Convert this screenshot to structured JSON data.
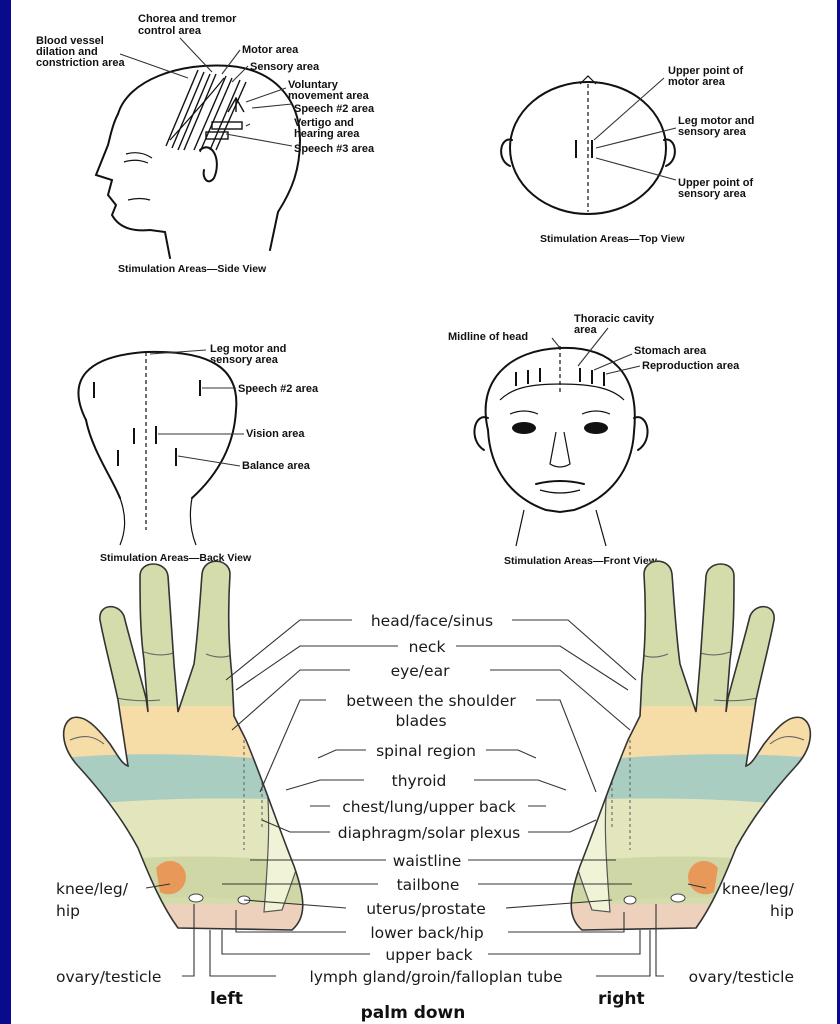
{
  "side_view": {
    "caption": "Stimulation Areas—Side View",
    "labels": {
      "chorea_1": "Chorea and tremor",
      "chorea_2": "control area",
      "blood_1": "Blood vessel",
      "blood_2": "dilation and",
      "blood_3": "constriction area",
      "motor": "Motor area",
      "sensory": "Sensory area",
      "voluntary_1": "Voluntary",
      "voluntary_2": "movement area",
      "speech2": "Speech #2 area",
      "vertigo_1": "Vertigo and",
      "vertigo_2": "hearing area",
      "speech3": "Speech #3 area"
    }
  },
  "top_view": {
    "caption": "Stimulation Areas—Top View",
    "labels": {
      "upper_motor_1": "Upper point of",
      "upper_motor_2": "motor area",
      "leg_1": "Leg motor and",
      "leg_2": "sensory area",
      "upper_sensory_1": "Upper point of",
      "upper_sensory_2": "sensory area"
    }
  },
  "back_view": {
    "caption": "Stimulation Areas—Back View",
    "labels": {
      "leg_1": "Leg motor and",
      "leg_2": "sensory area",
      "speech2": "Speech #2 area",
      "vision": "Vision area",
      "balance": "Balance area"
    }
  },
  "front_view": {
    "caption": "Stimulation Areas—Front View",
    "labels": {
      "midline": "Midline of head",
      "thoracic_1": "Thoracic cavity",
      "thoracic_2": "area",
      "stomach": "Stomach area",
      "reproduction": "Reproduction area"
    }
  },
  "hands": {
    "labels": {
      "head": "head/face/sinus",
      "neck": "neck",
      "eye": "eye/ear",
      "between_1": "between the shoulder",
      "between_2": "blades",
      "spinal": "spinal region",
      "thyroid": "thyroid",
      "chest": "chest/lung/upper back",
      "diaphragm": "diaphragm/solar plexus",
      "waist": "waistline",
      "tailbone": "tailbone",
      "uterus": "uterus/prostate",
      "lower_back": "lower back/hip",
      "upper_back": "upper back",
      "lymph": "lymph gland/groin/falloplan tube",
      "knee_l1": "knee/leg/",
      "knee_l2": "hip",
      "knee_r1": "knee/leg/",
      "knee_r2": "hip",
      "ovary_l": "ovary/testicle",
      "ovary_r": "ovary/testicle",
      "left": "left",
      "right": "right",
      "palm_down": "palm down"
    },
    "colors": {
      "fingertip": "#d3dcaa",
      "finger_base": "#f6dca6",
      "chest_band": "#a9cdc1",
      "palm": "#e3e6bd",
      "lower_palm": "#cfd7a6",
      "base": "#edd1bc",
      "knee": "#e8995a",
      "thyroid": "#e8995a",
      "spine": "#f1f3d6"
    }
  },
  "colors": {
    "frame": "#0a0a8c",
    "panel": "#ffffff"
  }
}
